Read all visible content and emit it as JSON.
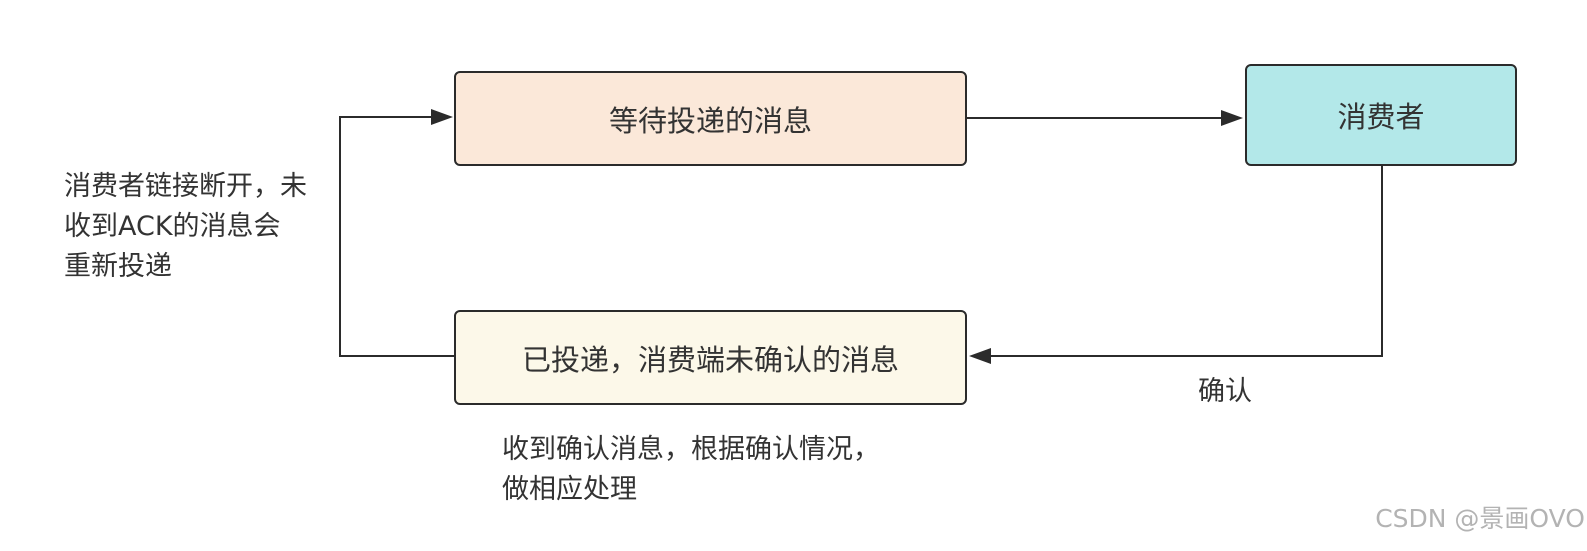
{
  "nodes": {
    "pending": "等待投递的消息",
    "consumer": "消费者",
    "unacked": "已投递，消费端未确认的消息"
  },
  "labels": {
    "disconnect": [
      "消费者链接断开，未",
      "收到ACK的消息会",
      "重新投递"
    ],
    "confirm": "确认",
    "handle": [
      "收到确认消息，根据确认情况，",
      "做相应处理"
    ]
  },
  "watermark": "CSDN @景画OVO",
  "colors": {
    "pending_fill": "#fbe8d9",
    "consumer_fill": "#b3e8e9",
    "unacked_fill": "#fcf8e9",
    "stroke": "#2b2b2b"
  }
}
